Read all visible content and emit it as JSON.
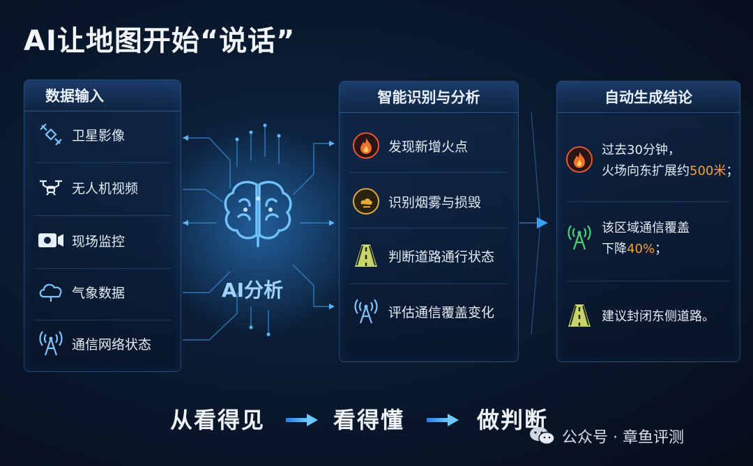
{
  "title": "AI让地图开始“说话”",
  "input_panel": {
    "header": "数据输入",
    "items": [
      {
        "label": "卫星影像",
        "icon": "satellite-icon"
      },
      {
        "label": "无人机视频",
        "icon": "drone-icon"
      },
      {
        "label": "现场监控",
        "icon": "camera-icon"
      },
      {
        "label": "气象数据",
        "icon": "cloud-icon"
      },
      {
        "label": "通信网络状态",
        "icon": "signal-tower-icon"
      }
    ]
  },
  "center": {
    "label": "AI分析",
    "icon": "brain-icon"
  },
  "analysis_panel": {
    "header": "智能识别与分析",
    "items": [
      {
        "label": "发现新增火点",
        "icon": "fire-icon"
      },
      {
        "label": "识别烟雾与损毁",
        "icon": "smoke-icon"
      },
      {
        "label": "判断道路通行状态",
        "icon": "road-icon"
      },
      {
        "label": "评估通信覆盖变化",
        "icon": "signal-tower-icon"
      }
    ]
  },
  "conclusion_panel": {
    "header": "自动生成结论",
    "items": [
      {
        "line1": "过去30分钟，",
        "line2_pre": "火场向东扩展约",
        "line2_hl": "500米",
        "line2_post": "；",
        "icon": "fire-icon"
      },
      {
        "line1": "该区域通信覆盖",
        "line2_pre": "下降",
        "line2_hl": "40%",
        "line2_post": "；",
        "icon": "signal-tower-icon"
      },
      {
        "line1": "建议封闭东侧道路。",
        "icon": "road-icon"
      }
    ]
  },
  "flow": {
    "steps": [
      "从看得见",
      "看得懂",
      "做判断"
    ]
  },
  "watermark": {
    "text": "公众号 · 章鱼评测",
    "icon": "wechat-icon"
  },
  "colors": {
    "accent": "#3aa0ff",
    "highlight": "#f4a23a",
    "fire": "#e8582c",
    "green": "#4cd37a",
    "background": "#0a1a30"
  }
}
